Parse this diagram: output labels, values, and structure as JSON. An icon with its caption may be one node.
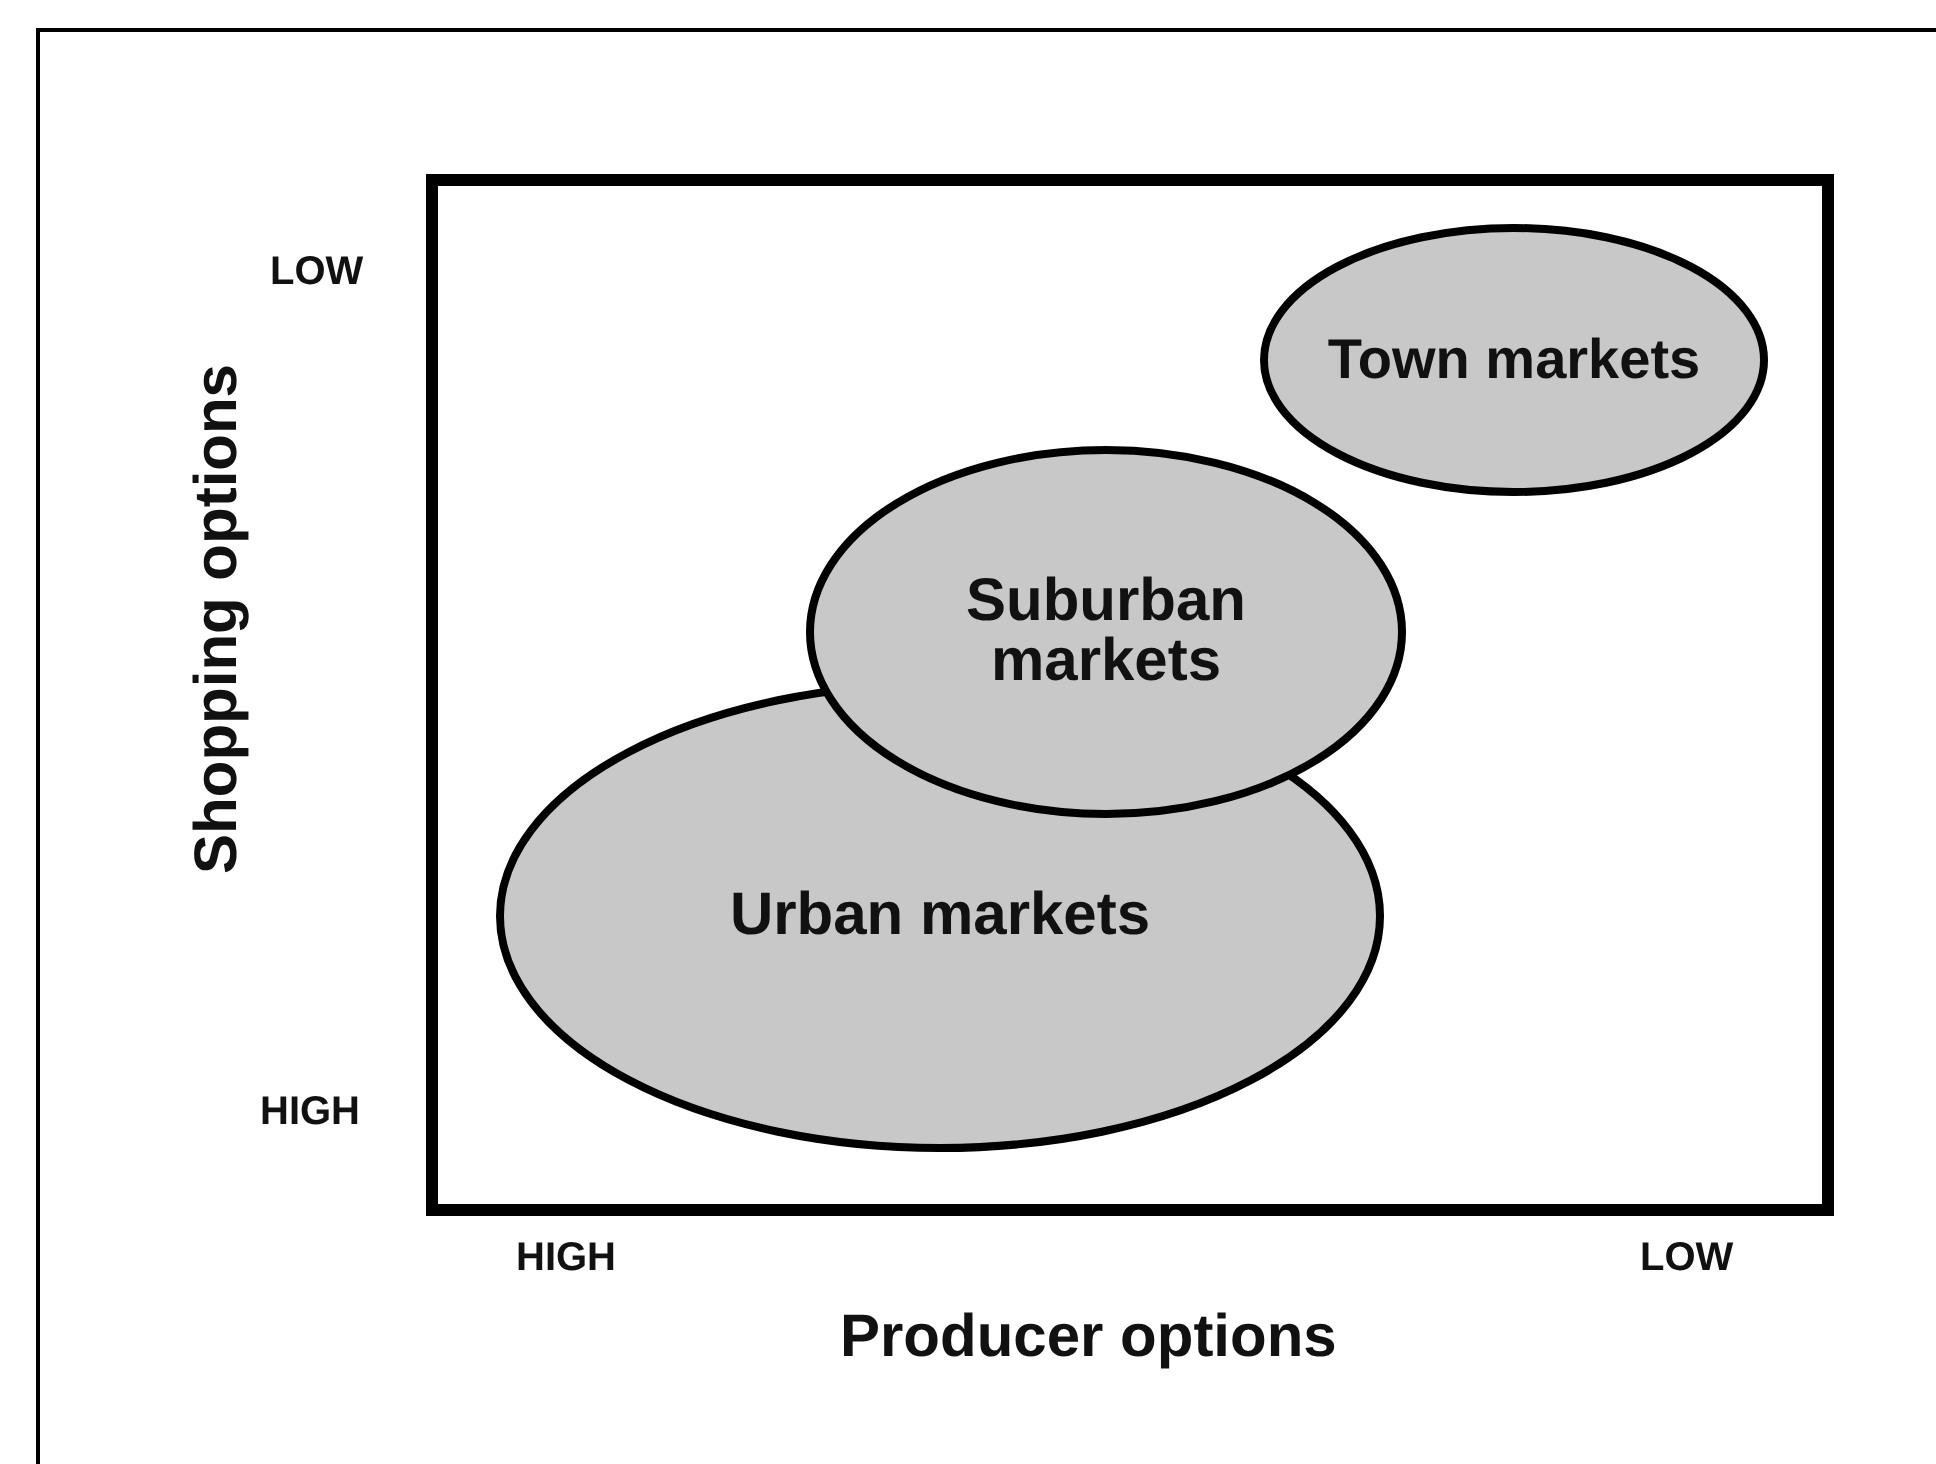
{
  "diagram": {
    "nodes": [
      {
        "text": [
          "Town markets"
        ]
      },
      {
        "text": [
          "Suburban markets"
        ]
      },
      {
        "text": [
          "Urban markets"
        ]
      }
    ],
    "edges": [],
    "labels": [
      "LOW",
      "Shopping options",
      "HIGH",
      "HIGH",
      "LOW",
      "Producer options"
    ]
  }
}
